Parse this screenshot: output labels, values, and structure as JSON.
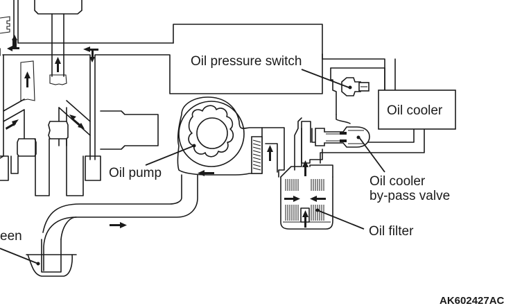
{
  "figure": {
    "type": "engine lubrication oil circuit",
    "reference_code": "AK602427AC"
  },
  "labels": {
    "oil_pressure_switch": "Oil pressure switch",
    "oil_cooler": "Oil cooler",
    "oil_pump": "Oil pump",
    "oil_cooler_bypass_valve_line1": "Oil cooler",
    "oil_cooler_bypass_valve_line2": "by-pass valve",
    "oil_filter": "Oil filter",
    "oil_screen_partial": "een"
  },
  "flow_arrows": [
    {
      "location": "suction-pipe",
      "direction": "right"
    },
    {
      "location": "pump-outlet",
      "direction": "left"
    },
    {
      "location": "relief-valve-passage",
      "direction": "up"
    },
    {
      "location": "filter-outlet",
      "direction": "up"
    },
    {
      "location": "filter-left-inflow",
      "direction": "right"
    },
    {
      "location": "filter-right-inflow",
      "direction": "left"
    },
    {
      "location": "filter-center",
      "direction": "up"
    },
    {
      "location": "main-gallery-left",
      "direction": "up-left"
    },
    {
      "location": "main-gallery-right",
      "direction": "left-down"
    },
    {
      "location": "crank-journal-1",
      "direction": "up"
    },
    {
      "location": "crank-journal-2",
      "direction": "up"
    },
    {
      "location": "crank-drill-left",
      "direction": "up-right"
    },
    {
      "location": "crank-drill-right",
      "direction": "down-right"
    }
  ]
}
